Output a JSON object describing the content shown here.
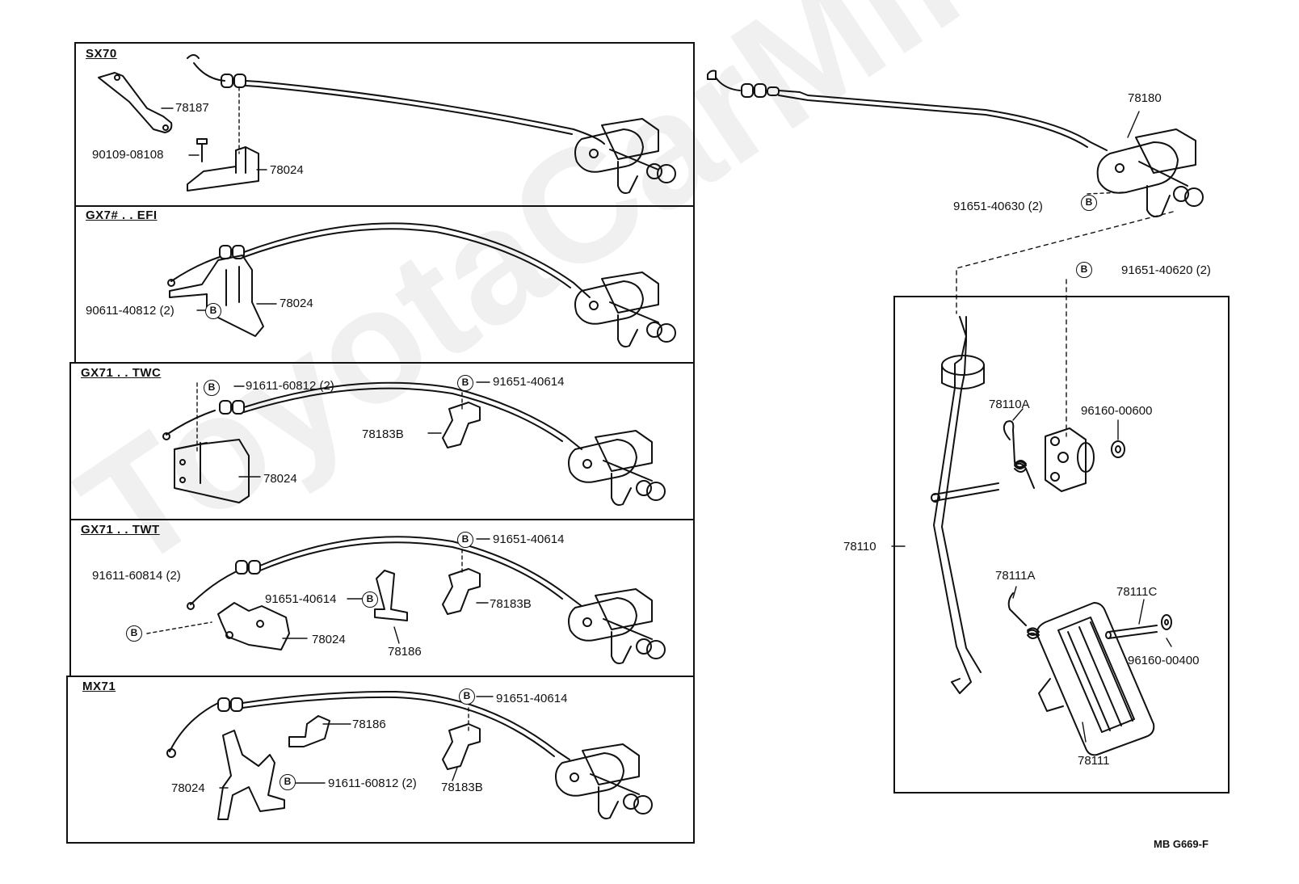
{
  "watermark": "ToyotaCarMine.ru",
  "drawing_code": "MB G669-F",
  "panels": {
    "sx70": {
      "title": "SX70",
      "labels": {
        "p78187": "78187",
        "p90109": "90109-08108",
        "p78024": "78024"
      }
    },
    "gx7_efi": {
      "title": "GX7# . . EFI",
      "labels": {
        "p90611": "90611-40812 (2)",
        "p78024": "78024"
      }
    },
    "gx71_twc": {
      "title": "GX71 . . TWC",
      "labels": {
        "p91611": "91611-60812 (2)",
        "p91651": "91651-40614",
        "p78183b": "78183B",
        "p78024": "78024"
      }
    },
    "gx71_twt": {
      "title": "GX71 . . TWT",
      "labels": {
        "p91611": "91611-60814 (2)",
        "p91651a": "91651-40614",
        "p91651b": "91651-40614",
        "p78183b": "78183B",
        "p78024": "78024",
        "p78186": "78186"
      }
    },
    "mx71": {
      "title": "MX71",
      "labels": {
        "p91651": "91651-40614",
        "p78186": "78186",
        "p78024": "78024",
        "p91611": "91611-60812 (2)",
        "p78183b": "78183B"
      }
    }
  },
  "right": {
    "labels": {
      "p78180": "78180",
      "p91651_630": "91651-40630 (2)",
      "p91651_620": "91651-40620 (2)",
      "p78110a": "78110A",
      "p96160_600": "96160-00600",
      "p78110": "78110",
      "p78111a": "78111A",
      "p78111c": "78111C",
      "p96160_400": "96160-00400",
      "p78111": "78111"
    }
  },
  "b_mark": "B"
}
